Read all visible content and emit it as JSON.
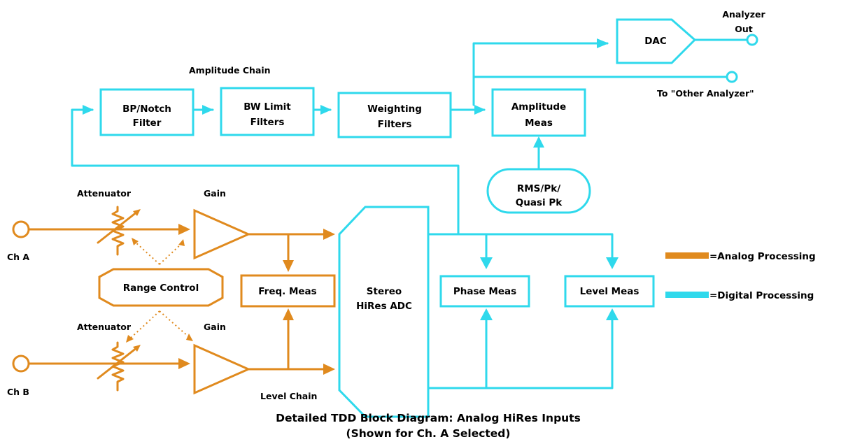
{
  "diagram": {
    "labels": {
      "amplitude_chain": "Amplitude Chain",
      "bp_notch_l1": "BP/Notch",
      "bp_notch_l2": "Filter",
      "bw_limit_l1": "BW Limit",
      "bw_limit_l2": "Filters",
      "weighting_l1": "Weighting",
      "weighting_l2": "Filters",
      "amp_meas_l1": "Amplitude",
      "amp_meas_l2": "Meas",
      "dac": "DAC",
      "analyzer_out_l1": "Analyzer",
      "analyzer_out_l2": "Out",
      "other_analyzer": "To \"Other Analyzer\"",
      "rms_l1": "RMS/Pk/",
      "rms_l2": "Quasi Pk",
      "attenuator_a": "Attenuator",
      "gain_a": "Gain",
      "ch_a": "Ch A",
      "range_control": "Range Control",
      "freq_meas": "Freq. Meas",
      "adc_l1": "Stereo",
      "adc_l2": "HiRes ADC",
      "phase_meas": "Phase Meas",
      "level_meas": "Level Meas",
      "attenuator_b": "Attenuator",
      "gain_b": "Gain",
      "ch_b": "Ch B",
      "level_chain": "Level Chain",
      "legend_analog": "=Analog Processing",
      "legend_digital": "=Digital Processing"
    },
    "caption": {
      "line1": "Detailed TDD Block Diagram: Analog HiRes Inputs",
      "line2": "(Shown for Ch. A Selected)"
    },
    "colors": {
      "analog": "#E08A1E",
      "digital": "#2FD9EC"
    }
  }
}
